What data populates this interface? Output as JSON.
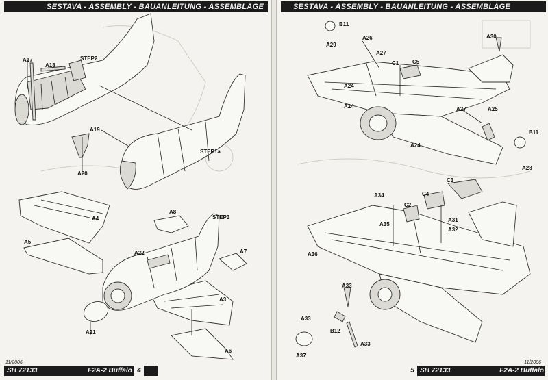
{
  "header": "SESTAVA - ASSEMBLY - BAUANLEITUNG - ASSEMBLAGE",
  "product": {
    "code": "SH 72133",
    "name": "F2A-2 Buffalo",
    "date": "11/2006"
  },
  "pages": {
    "left": "4",
    "right": "5"
  },
  "left": {
    "step2": {
      "title": "STEP2",
      "labels": [
        "A17",
        "A18",
        "A19",
        "A20"
      ]
    },
    "step1a": "STEP1a",
    "step3": {
      "title": "STEP3",
      "labels": [
        "A4",
        "A5",
        "A8",
        "A22",
        "A7",
        "A3",
        "A6",
        "A21"
      ]
    }
  },
  "right": {
    "top": {
      "labels": [
        "B11",
        "A26",
        "A29",
        "A27",
        "C1",
        "C5",
        "A30",
        "A24",
        "A24",
        "A27",
        "A25",
        "A24",
        "B11",
        "A28"
      ]
    },
    "bottom": {
      "labels": [
        "C3",
        "A34",
        "C4",
        "C2",
        "A31",
        "A35",
        "A32",
        "A36",
        "A33",
        "A33",
        "B12",
        "A33",
        "A37"
      ]
    }
  }
}
